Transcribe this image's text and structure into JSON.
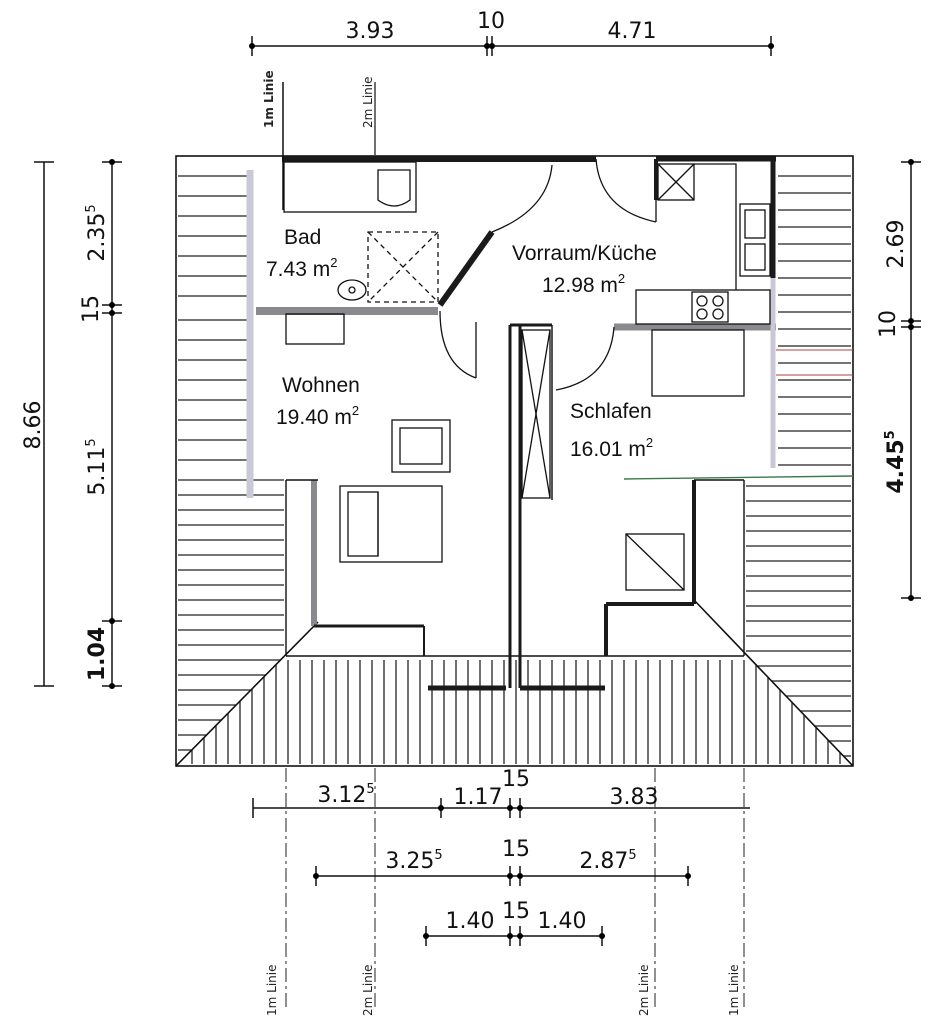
{
  "rooms": {
    "bad": {
      "name": "Bad",
      "area": "7.43",
      "unit": "m",
      "exp": "2"
    },
    "vorraum": {
      "name": "Vorraum/Küche",
      "area": "12.98",
      "unit": "m",
      "exp": "2"
    },
    "wohnen": {
      "name": "Wohnen",
      "area": "19.40",
      "unit": "m",
      "exp": "2"
    },
    "schlafen": {
      "name": "Schlafen",
      "area": "16.01",
      "unit": "m",
      "exp": "2"
    }
  },
  "dims": {
    "top": {
      "left": "3.93",
      "mid": "10",
      "right": "4.71"
    },
    "left": {
      "total": "8.66",
      "bad": "2.35",
      "bad_sup": "5",
      "wall": "15",
      "wohnen": "5.11",
      "wohnen_sup": "5",
      "knee": "1.04"
    },
    "right": {
      "upper": "2.69",
      "wall": "10",
      "lower": "4.45",
      "lower_sup": "5"
    },
    "bottom1": {
      "a": "3.12",
      "a_sup": "5",
      "b": "1.17",
      "c": "15",
      "d": "3.83"
    },
    "bottom2": {
      "a": "3.25",
      "a_sup": "5",
      "c": "15",
      "d": "2.87",
      "d_sup": "5"
    },
    "bottom3": {
      "a": "1.40",
      "c": "15",
      "d": "1.40"
    }
  },
  "lines": {
    "one_m": "1m Linie",
    "two_m": "2m Linie"
  },
  "colors": {
    "ink": "#111111",
    "wall": "#1a1a1a",
    "grey_wall": "#8a8a8e",
    "light_line": "#c9c9d6",
    "green_line": "#3a7a4a",
    "red_line": "#b04040"
  }
}
